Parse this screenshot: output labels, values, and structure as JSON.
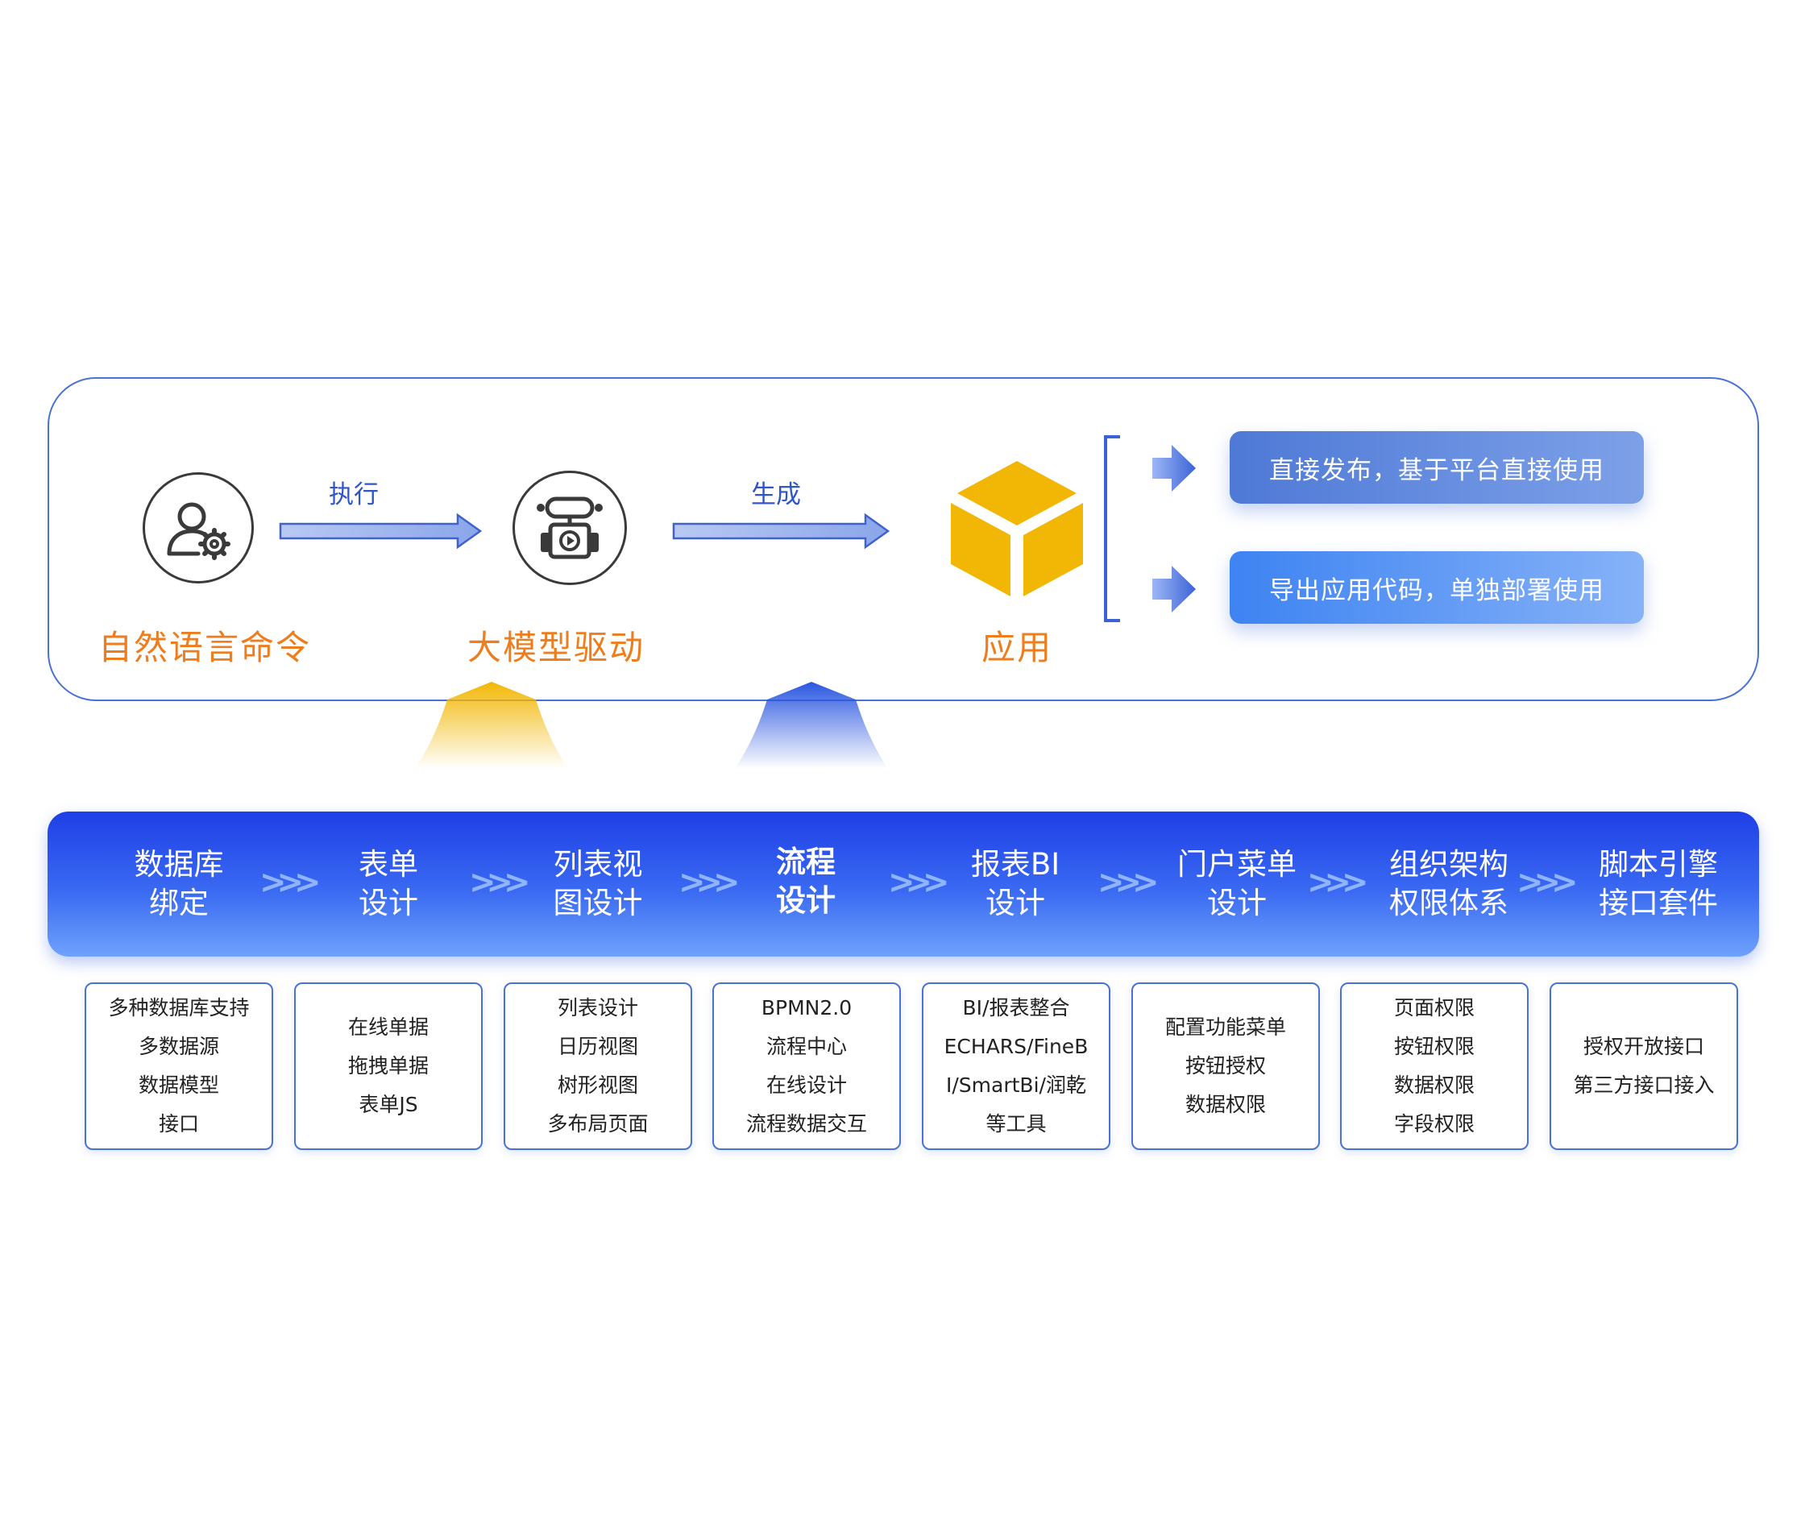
{
  "top": {
    "nl_command_label": "自然语言命令",
    "execute_label": "执行",
    "model_label": "大模型驱动",
    "generate_label": "生成",
    "app_label": "应用",
    "outputs": [
      "直接发布，基于平台直接使用",
      "导出应用代码，单独部署使用"
    ]
  },
  "modules": [
    {
      "title_lines": [
        "数据库",
        "绑定"
      ],
      "details": [
        "多种数据库支持",
        "多数据源",
        "数据模型",
        "接口"
      ]
    },
    {
      "title_lines": [
        "表单",
        "设计"
      ],
      "details": [
        "在线单据",
        "拖拽单据",
        "表单JS"
      ]
    },
    {
      "title_lines": [
        "列表视",
        "图设计"
      ],
      "details": [
        "列表设计",
        "日历视图",
        "树形视图",
        "多布局页面"
      ]
    },
    {
      "title_lines": [
        "流程",
        "设计"
      ],
      "details": [
        "BPMN2.0",
        "流程中心",
        "在线设计",
        "流程数据交互"
      ]
    },
    {
      "title_lines": [
        "报表BI",
        "设计"
      ],
      "details": [
        "BI/报表整合",
        "ECHARS/FineB",
        "I/SmartBi/润乾",
        "等工具"
      ]
    },
    {
      "title_lines": [
        "门户菜单",
        "设计"
      ],
      "details": [
        "配置功能菜单",
        "按钮授权",
        "数据权限"
      ]
    },
    {
      "title_lines": [
        "组织架构",
        "权限体系"
      ],
      "details": [
        "页面权限",
        "按钮权限",
        "数据权限",
        "字段权限"
      ]
    },
    {
      "title_lines": [
        "脚本引擎",
        "接口套件"
      ],
      "details": [
        "授权开放接口",
        "第三方接口接入"
      ]
    }
  ],
  "colors": {
    "accent_blue": "#2f56c6",
    "orange": "#ee7d1e",
    "cube_yellow": "#f2b705"
  }
}
